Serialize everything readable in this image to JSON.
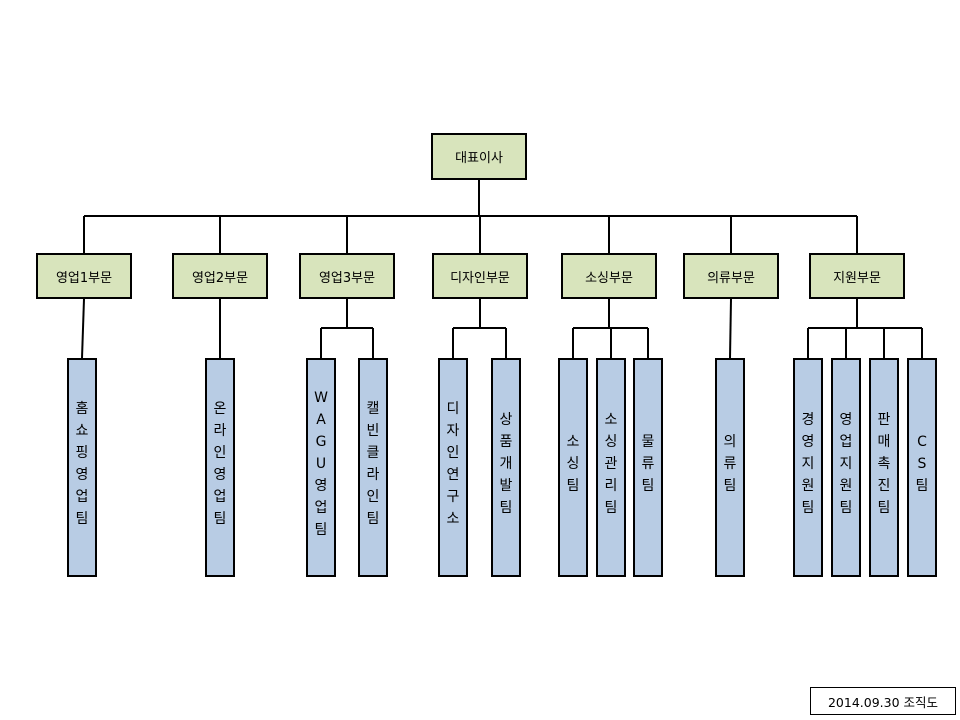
{
  "root": "대표이사",
  "divisions": [
    {
      "name": "영업1부문",
      "teams": [
        "홈쇼핑영업팀"
      ]
    },
    {
      "name": "영업2부문",
      "teams": [
        "온라인영업팀"
      ]
    },
    {
      "name": "영업3부문",
      "teams": [
        "WAGU영업팀",
        "캘빈클라인팀"
      ]
    },
    {
      "name": "디자인부문",
      "teams": [
        "디자인연구소",
        "상품개발팀"
      ]
    },
    {
      "name": "소싱부문",
      "teams": [
        "소싱팀",
        "소싱관리팀",
        "물류팀"
      ]
    },
    {
      "name": "의류부문",
      "teams": [
        "의류팀"
      ]
    },
    {
      "name": "지원부문",
      "teams": [
        "경영지원팀",
        "영업지원팀",
        "판매촉진팀",
        "CS팀"
      ]
    }
  ],
  "footer": "2014.09.30 조직도",
  "colors": {
    "division_fill": "#d8e4bc",
    "team_fill": "#b8cce4",
    "line": "#000000"
  }
}
